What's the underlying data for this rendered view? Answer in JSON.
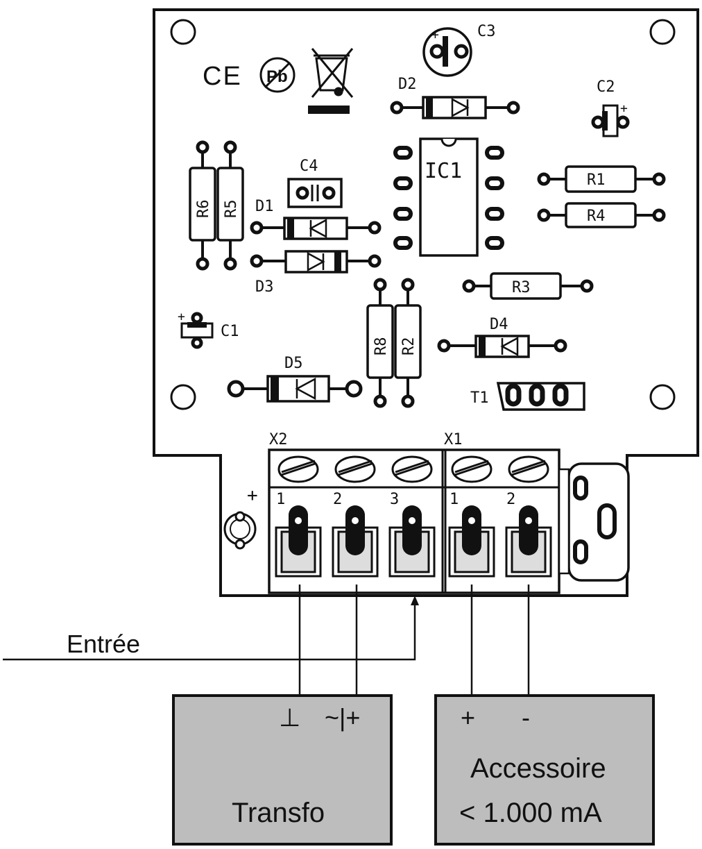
{
  "marks": {
    "ce": "CE",
    "pb": "Pb"
  },
  "components": {
    "c1": "C1",
    "c2": "C2",
    "c3": "C3",
    "c4": "C4",
    "d1": "D1",
    "d2": "D2",
    "d3": "D3",
    "d4": "D4",
    "d5": "D5",
    "ic1": "IC1",
    "r1": "R1",
    "r2": "R2",
    "r3": "R3",
    "r4": "R4",
    "r5": "R5",
    "r6": "R6",
    "r8": "R8",
    "t1": "T1"
  },
  "terminals": {
    "x2": {
      "name": "X2",
      "pins": [
        "1",
        "2",
        "3"
      ]
    },
    "x1": {
      "name": "X1",
      "pins": [
        "1",
        "2"
      ]
    }
  },
  "polarity": {
    "plus": "+"
  },
  "input_label": "Entrée",
  "transfo": {
    "name": "Transfo",
    "ground_symbol": "⊥",
    "ac_symbol": "~|+"
  },
  "accessoire": {
    "name": "Accessoire",
    "rating": "< 1.000 mA",
    "plus": "+",
    "minus": "-"
  }
}
